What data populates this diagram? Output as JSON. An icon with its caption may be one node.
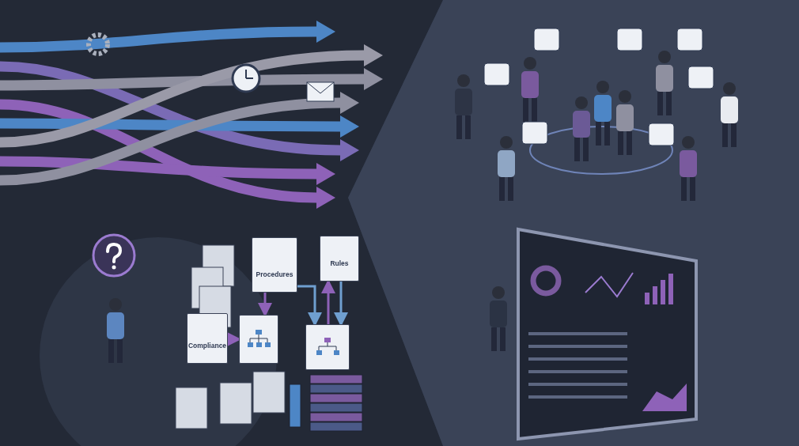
{
  "diagram": {
    "nodes": [
      {
        "text": [
          "Procedures"
        ]
      },
      {
        "text": [
          "Rules"
        ]
      },
      {
        "text": [
          "Compliance"
        ]
      },
      {
        "text": [],
        "shape": "box"
      },
      {
        "text": [],
        "shape": "box"
      }
    ],
    "edges": [
      {
        "from": 2,
        "to": 3,
        "arrow": "to",
        "color": "#8e62b8"
      },
      {
        "from": 0,
        "to": 3,
        "arrow": "to",
        "color": "#8e62b8"
      },
      {
        "from": 4,
        "to": 1,
        "arrow": "to",
        "color": "#8e62b8"
      },
      {
        "from": 0,
        "to": 4,
        "arrow": "to"
      },
      {
        "from": 1,
        "to": 4,
        "arrow": "to"
      }
    ]
  }
}
